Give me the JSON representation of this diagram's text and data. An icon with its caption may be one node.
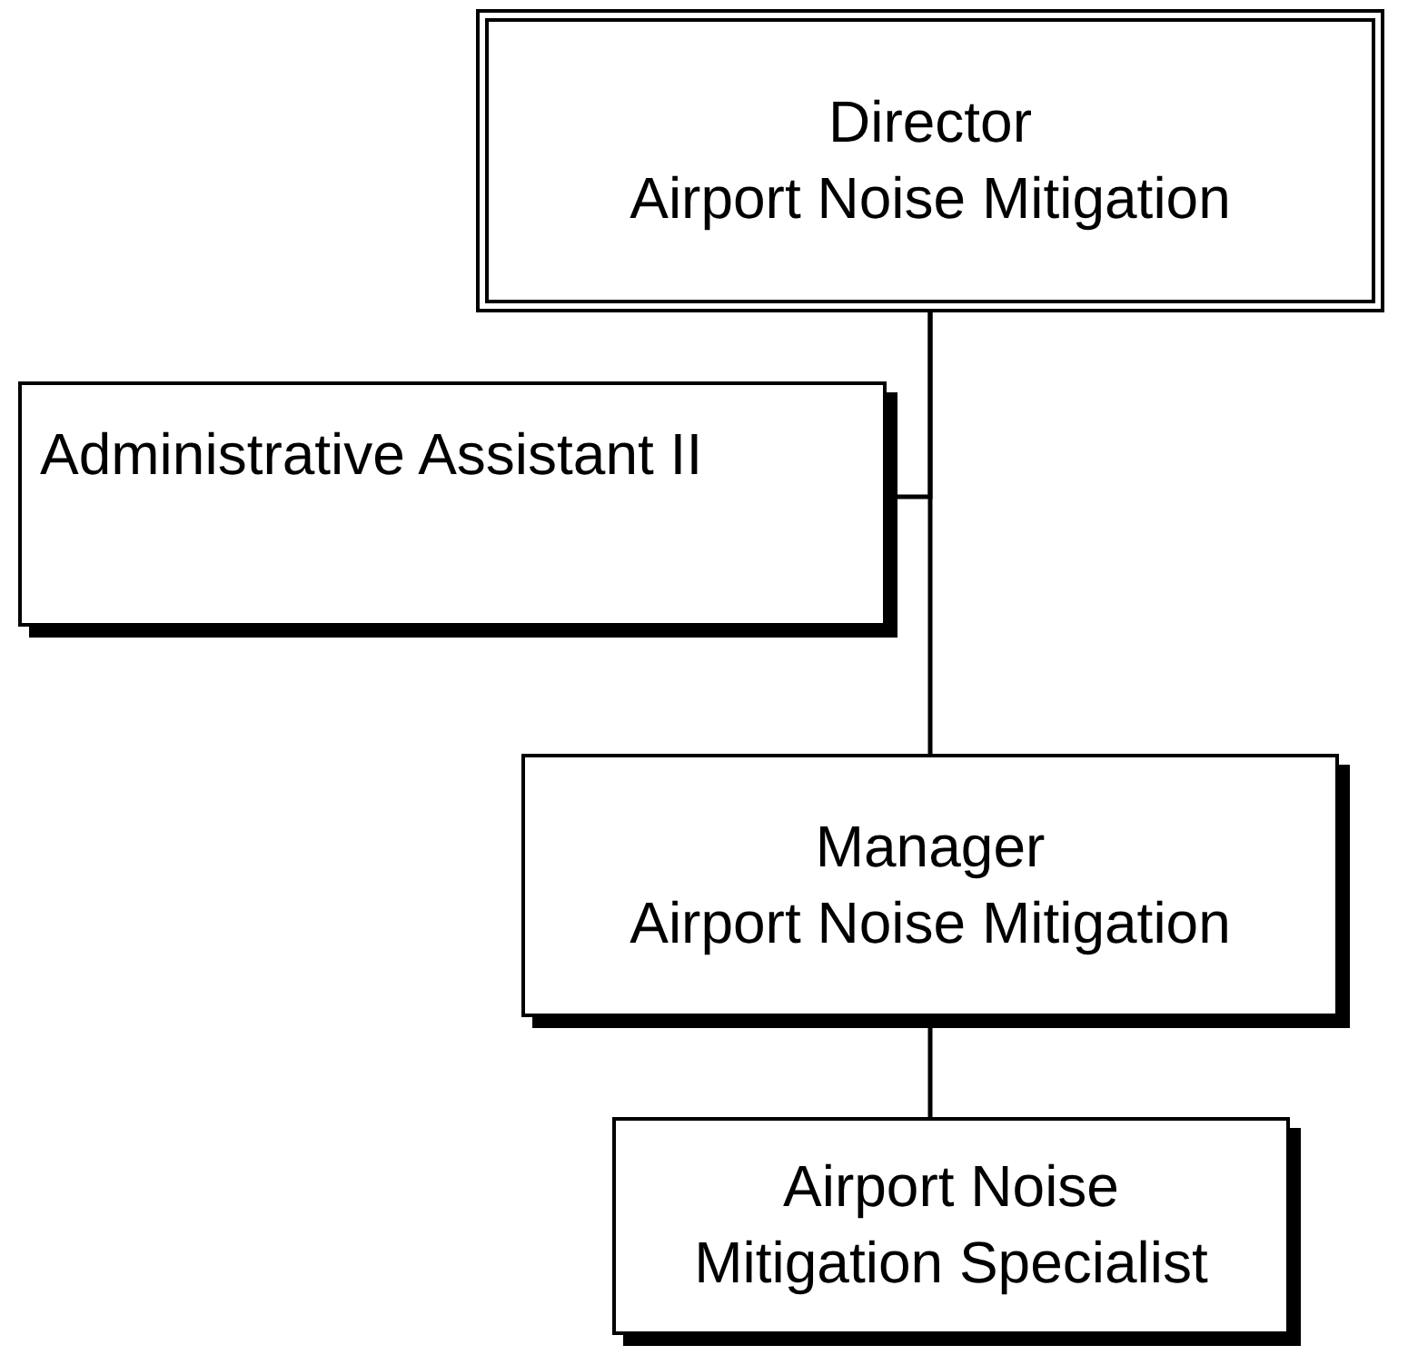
{
  "diagram": {
    "nodes": [
      {
        "text": [
          "Director",
          "Airport Noise Mitigation"
        ]
      },
      {
        "text": [
          "Administrative Assistant II"
        ]
      },
      {
        "text": [
          "Manager",
          "Airport Noise Mitigation"
        ]
      },
      {
        "text": [
          "Airport Noise Mitigation Specialist"
        ]
      }
    ],
    "edges": [
      {
        "from": 0,
        "to": 1,
        "arrow": "none"
      },
      {
        "from": 0,
        "to": 2,
        "arrow": "none"
      },
      {
        "from": 2,
        "to": 3,
        "arrow": "none"
      }
    ]
  }
}
